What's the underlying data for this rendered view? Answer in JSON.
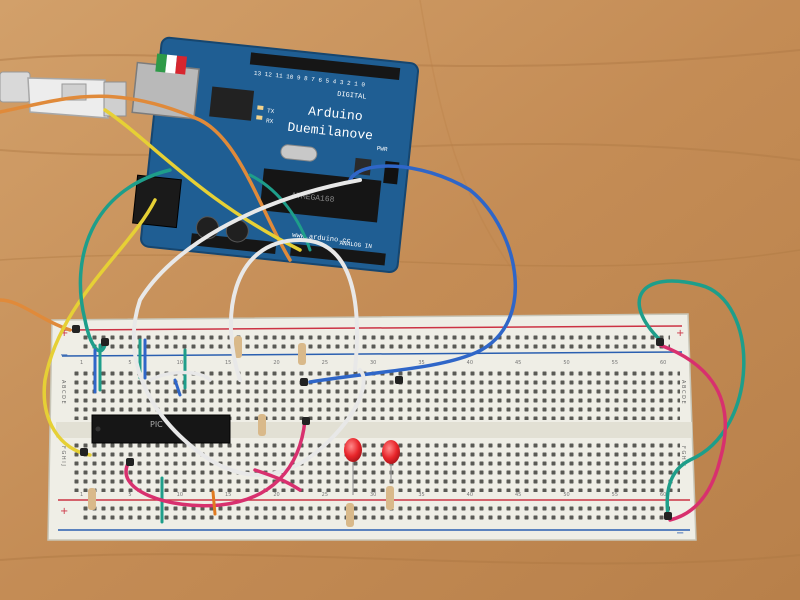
{
  "arduino": {
    "brand": "Arduino",
    "model": "Duemilanove",
    "header_digital": "DIGITAL",
    "header_analog": "ANALOG IN",
    "pin_numbers": "13 12 11 10 9 8  7 6 5 4 3 2 1 0",
    "tx_label": "TX",
    "rx_label": "RX",
    "pwr_label": "PWR",
    "url": "www.arduino.cc",
    "ic_label": "ATMEGA168"
  },
  "breadboard": {
    "row_letters_top": "A B C D E",
    "row_letters_bottom": "F G H I J",
    "column_marks": [
      "1",
      "5",
      "10",
      "15",
      "20",
      "25",
      "30",
      "35",
      "40",
      "45",
      "50",
      "55",
      "60"
    ],
    "rail_plus": "+",
    "rail_minus": "−"
  },
  "chip": {
    "label": "PIC"
  },
  "colors": {
    "table_wood": "#c9955e",
    "board_blue": "#1f5e93",
    "breadboard": "#efeee6",
    "rail_red": "#cc3344",
    "rail_blue": "#2a5fb0",
    "wire_white": "#e8e8e8",
    "wire_blue": "#2f66c8",
    "wire_green": "#1e9e8a",
    "wire_yellow": "#e6d035",
    "wire_orange": "#e08a3a",
    "wire_pink": "#d8306e",
    "led_red": "#e8252a"
  }
}
